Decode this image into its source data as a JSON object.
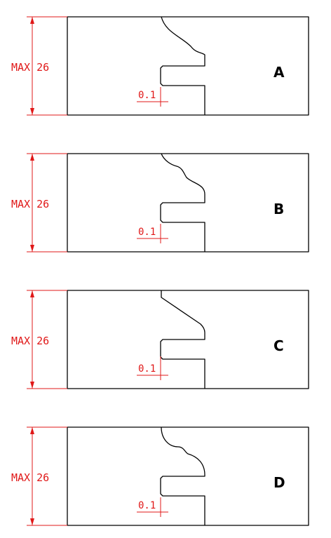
{
  "colors": {
    "outline": "#000000",
    "dimension": "#e01818",
    "background": "#ffffff"
  },
  "profiles": [
    {
      "label": "A",
      "height_dimension": "MAX 26",
      "groove_dimension": "0.1"
    },
    {
      "label": "B",
      "height_dimension": "MAX 26",
      "groove_dimension": "0.1"
    },
    {
      "label": "C",
      "height_dimension": "MAX 26",
      "groove_dimension": "0.1"
    },
    {
      "label": "D",
      "height_dimension": "MAX 26",
      "groove_dimension": "0.1"
    }
  ]
}
